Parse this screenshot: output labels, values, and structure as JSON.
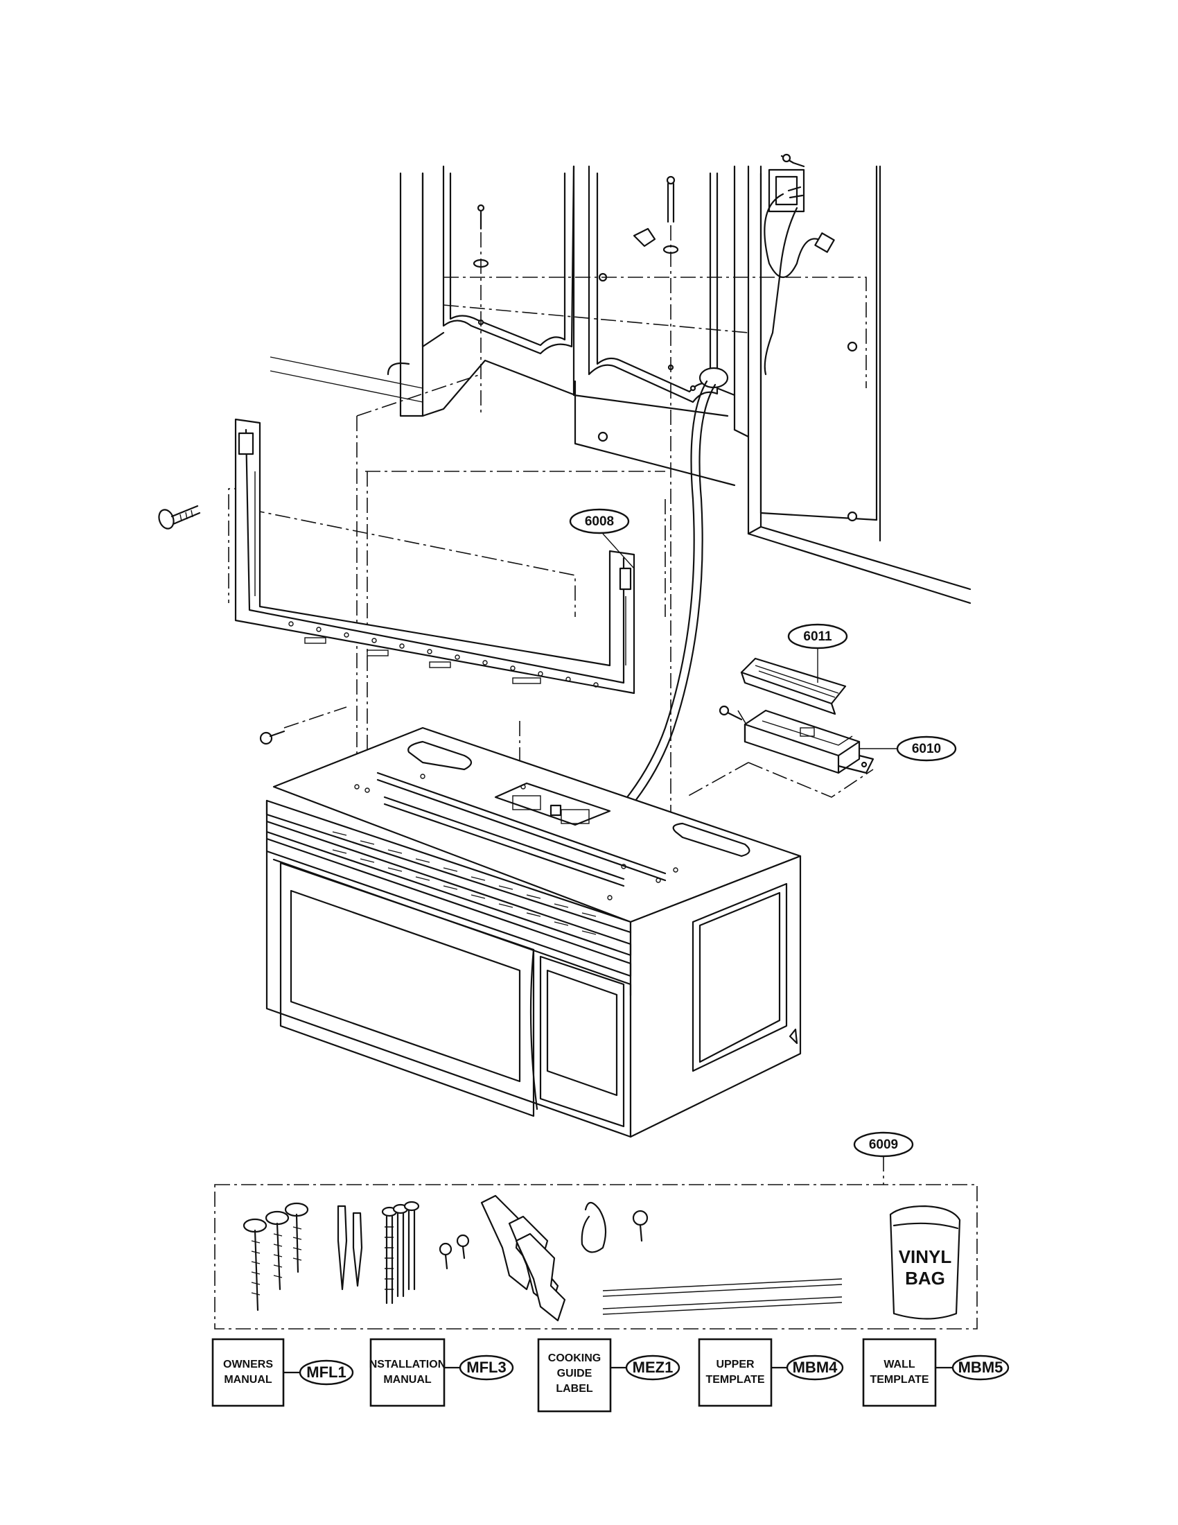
{
  "callouts": {
    "mounting_plate": "6008",
    "exhaust_adapter": "6010",
    "damper": "6011",
    "hardware_kit": "6009"
  },
  "kit": {
    "bag_line1": "VINYL",
    "bag_line2": "BAG"
  },
  "documents": [
    {
      "line1": "OWNERS",
      "line2": "MANUAL",
      "line3": "",
      "code": "MFL1"
    },
    {
      "line1": "NSTALLATION",
      "line2": "MANUAL",
      "line3": "",
      "code": "MFL3"
    },
    {
      "line1": "COOKING",
      "line2": "GUIDE",
      "line3": "LABEL",
      "code": "MEZ1"
    },
    {
      "line1": "UPPER",
      "line2": "TEMPLATE",
      "line3": "",
      "code": "MBM4"
    },
    {
      "line1": "WALL",
      "line2": "TEMPLATE",
      "line3": "",
      "code": "MBM5"
    }
  ]
}
